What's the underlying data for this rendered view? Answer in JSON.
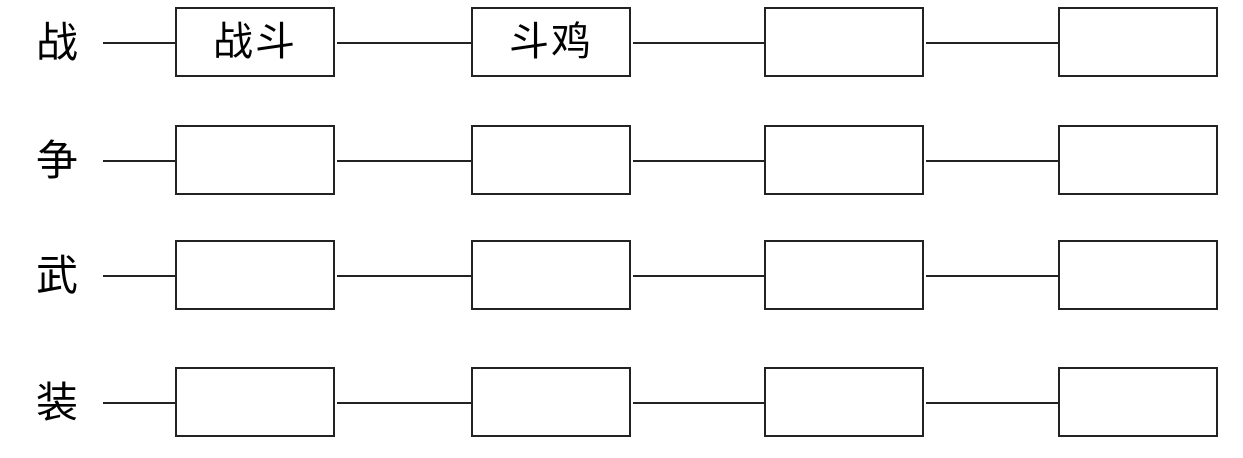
{
  "rows": [
    {
      "char": "战",
      "boxes": [
        "战斗",
        "斗鸡",
        "",
        ""
      ]
    },
    {
      "char": "争",
      "boxes": [
        "",
        "",
        "",
        ""
      ]
    },
    {
      "char": "武",
      "boxes": [
        "",
        "",
        "",
        ""
      ]
    },
    {
      "char": "装",
      "boxes": [
        "",
        "",
        "",
        ""
      ]
    }
  ]
}
